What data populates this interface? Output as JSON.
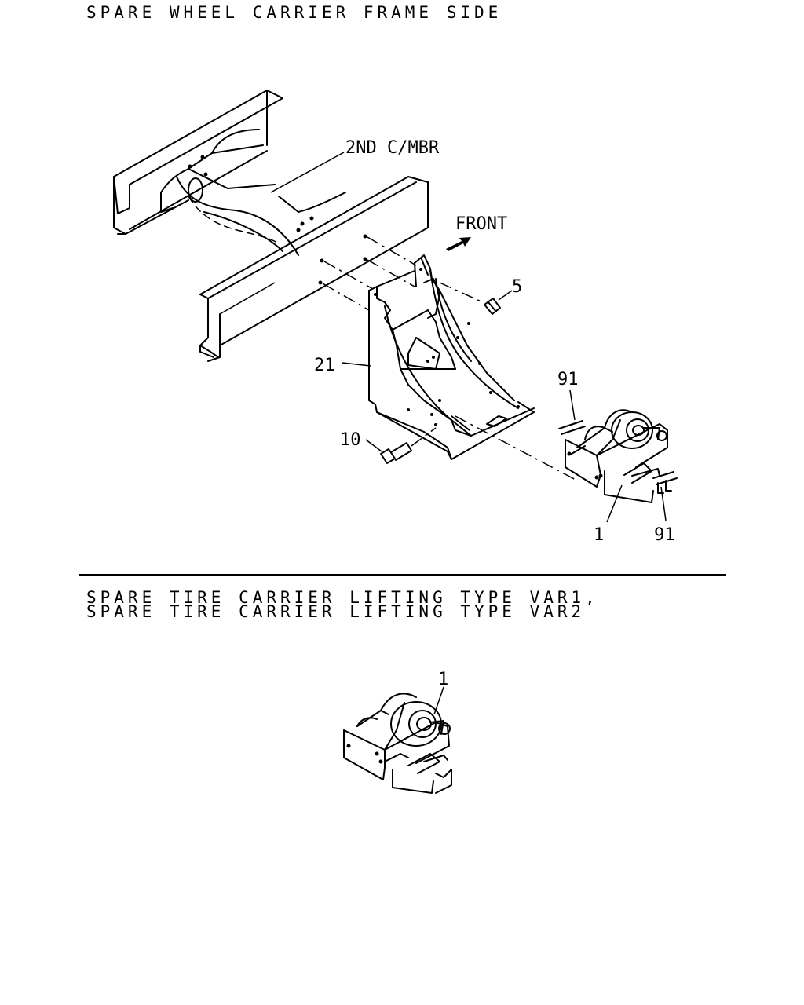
{
  "titles": {
    "top": "SPARE WHEEL CARRIER FRAME SIDE",
    "bottom_line1": "SPARE TIRE CARRIER LIFTING TYPE VAR1,",
    "bottom_line2": "SPARE TIRE CARRIER LIFTING TYPE VAR2"
  },
  "labels": {
    "crossmember": "2ND C/MBR",
    "front": "FRONT",
    "bolt_5": "5",
    "bracket_21": "21",
    "clip_91_top": "91",
    "bolt_10": "10",
    "carrier_1": "1",
    "clip_91_bottom": "91",
    "carrier_1_detail": "1"
  },
  "icons": {
    "front_arrow": "front-direction-arrow-icon"
  }
}
